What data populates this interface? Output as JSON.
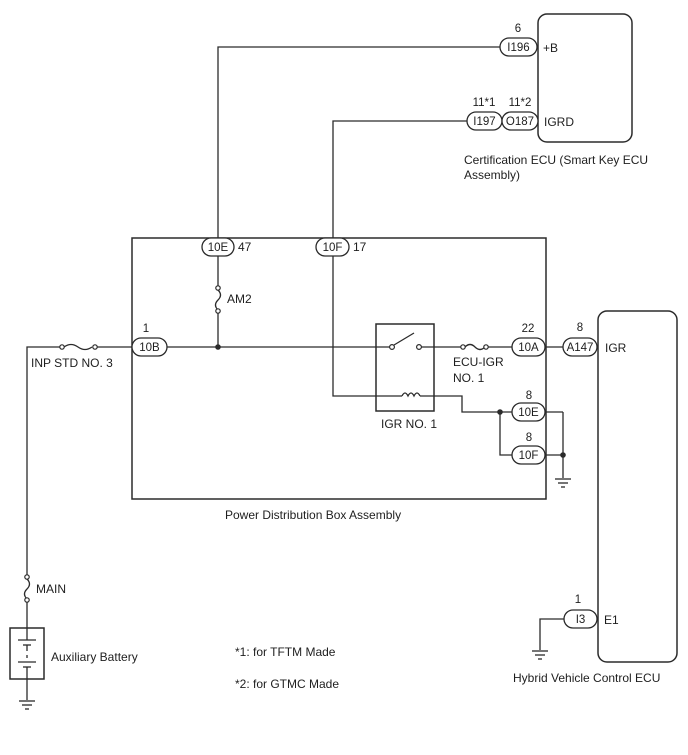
{
  "components": {
    "cert_ecu": {
      "line1": "Certification ECU (Smart Key ECU",
      "line2": "Assembly)",
      "pin_b": "+B",
      "pin_igrd": "IGRD"
    },
    "pdb": {
      "label": "Power Distribution Box Assembly"
    },
    "hv_ecu": {
      "label": "Hybrid Vehicle Control ECU",
      "pin_igr": "IGR",
      "pin_e1": "E1"
    },
    "battery": {
      "label": "Auxiliary Battery"
    },
    "relay": {
      "label": "IGR NO. 1"
    }
  },
  "fuses": {
    "am2": "AM2",
    "inp_std": "INP STD NO. 3",
    "ecu_igr_1": "ECU-IGR",
    "ecu_igr_2": "NO. 1",
    "main": "MAIN"
  },
  "connectors": {
    "i196": {
      "name": "I196",
      "pin": "6"
    },
    "i197": {
      "name": "I197",
      "pin": "11*1"
    },
    "o187": {
      "name": "O187",
      "pin": "11*2"
    },
    "c10e_top": {
      "name": "10E",
      "pin": "47"
    },
    "c10f_top": {
      "name": "10F",
      "pin": "17"
    },
    "c10b": {
      "name": "10B",
      "pin": "1"
    },
    "c10a": {
      "name": "10A",
      "pin": "22"
    },
    "a147": {
      "name": "A147",
      "pin": "8"
    },
    "c10e_gnd": {
      "name": "10E",
      "pin": "8"
    },
    "c10f_gnd": {
      "name": "10F",
      "pin": "8"
    },
    "i3": {
      "name": "I3",
      "pin": "1"
    }
  },
  "notes": {
    "n1": "*1: for TFTM Made",
    "n2": "*2: for GTMC Made"
  }
}
